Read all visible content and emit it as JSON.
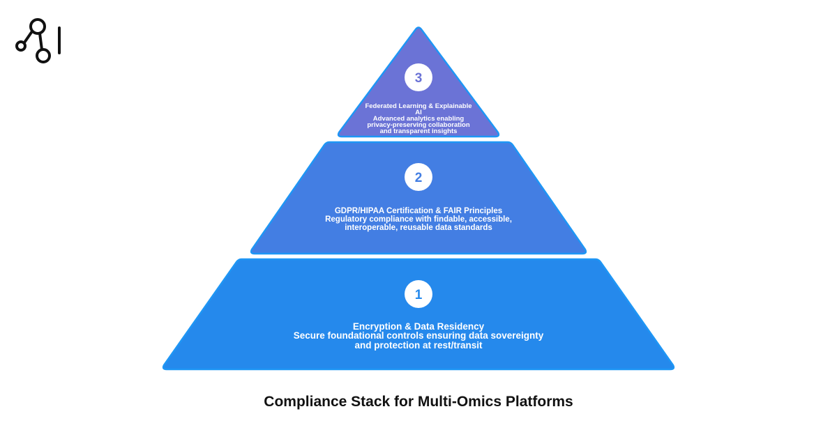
{
  "logo": {
    "icon": "molecule-network-icon"
  },
  "tiers": [
    {
      "number": "1",
      "title": "Encryption & Data Residency",
      "desc_lines": [
        "Secure foundational controls ensuring data sovereignty",
        "and protection at rest/transit"
      ],
      "color": "#2589EC"
    },
    {
      "number": "2",
      "title": "GDPR/HIPAA Certification & FAIR Principles",
      "desc_lines": [
        "Regulatory compliance with findable, accessible,",
        "interoperable, reusable data standards"
      ],
      "color": "#437EE3"
    },
    {
      "number": "3",
      "title_lines": [
        "Federated Learning & Explainable",
        "AI"
      ],
      "desc_lines": [
        "Advanced analytics enabling",
        "privacy-preserving collaboration",
        "and transparent insights"
      ],
      "color": "#6B73D6"
    }
  ],
  "caption": "Compliance Stack for Multi-Omics Platforms",
  "colors": {
    "outline": "#1E96F5",
    "badge_bg": "#ffffff",
    "caption_text": "#111111"
  }
}
